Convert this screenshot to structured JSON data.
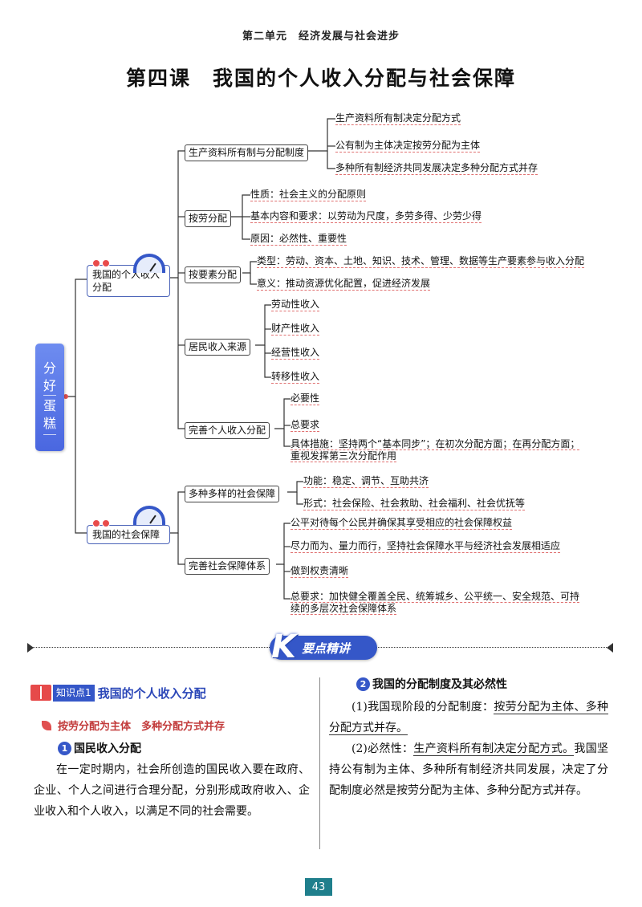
{
  "header": {
    "unit": "第二单元　经济发展与社会进步",
    "lesson_title": "第四课　我国的个人收入分配与社会保障"
  },
  "mindmap": {
    "root": {
      "line1": "分",
      "line2": "好",
      "line3": "蛋",
      "line4": "糕"
    },
    "branch1": {
      "label": "我国的个人收入分配",
      "nodes": {
        "n1": {
          "label": "生产资料所有制与分配制度",
          "leaves": [
            "生产资料所有制决定分配方式",
            "公有制为主体决定按劳分配为主体",
            "多种所有制经济共同发展决定多种分配方式并存"
          ]
        },
        "n2": {
          "label": "按劳分配",
          "leaves": [
            "性质：社会主义的分配原则",
            "基本内容和要求：以劳动为尺度，多劳多得、少劳少得",
            "原因：必然性、重要性"
          ]
        },
        "n3": {
          "label": "按要素分配",
          "leaves": [
            "类型：劳动、资本、土地、知识、技术、管理、数据等生产要素参与收入分配",
            "意义：推动资源优化配置，促进经济发展"
          ]
        },
        "n4": {
          "label": "居民收入来源",
          "leaves": [
            "劳动性收入",
            "财产性收入",
            "经营性收入",
            "转移性收入"
          ]
        },
        "n5": {
          "label": "完善个人收入分配",
          "leaves": [
            "必要性",
            "总要求",
            "具体措施：坚持两个“基本同步”；在初次分配方面；在再分配方面；重视发挥第三次分配作用"
          ]
        }
      }
    },
    "branch2": {
      "label": "我国的社会保障",
      "nodes": {
        "n1": {
          "label": "多种多样的社会保障",
          "leaves": [
            "功能：稳定、调节、互助共济",
            "形式：社会保险、社会救助、社会福利、社会优抚等"
          ]
        },
        "n2": {
          "label": "完善社会保障体系",
          "leaves": [
            "公平对待每个公民并确保其享受相应的社会保障权益",
            "尽力而为、量力而行，坚持社会保障水平与经济社会发展相适应",
            "做到权责清晰",
            "总要求：加快健全覆盖全民、统筹城乡、公平统一、安全规范、可持续的多层次社会保障体系"
          ]
        }
      }
    }
  },
  "banner": {
    "letter": "K",
    "text": "要点精讲"
  },
  "left": {
    "kp_label": "知识点1",
    "kp_title": "我国的个人收入分配",
    "sub_head": "按劳分配为主体　多种分配方式并存",
    "s1_num": "1",
    "s1_title": "国民收入分配",
    "s1_text": "在一定时期内，社会所创造的国民收入要在政府、企业、个人之间进行合理分配，分别形成政府收入、企业收入和个人收入，以满足不同的社会需要。"
  },
  "right": {
    "s2_num": "2",
    "s2_title": "我国的分配制度及其必然性",
    "p1_a": "(1)我国现阶段的分配制度：",
    "p1_b": "按劳分配为主体、多种分配方式并存。",
    "p2_a": "(2)必然性：",
    "p2_b": "生产资料所有制决定分配方式。",
    "p2_c": "我国坚持公有制为主体、多种所有制经济共同发展，决定了分配制度必然是按劳分配为主体、多种分配方式并存。"
  },
  "page_number": "43"
}
